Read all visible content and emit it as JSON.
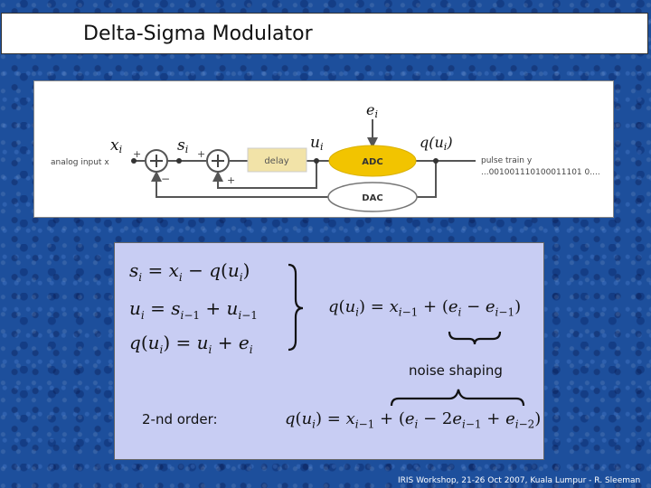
{
  "title": "Delta-Sigma Modulator",
  "diagram": {
    "label_ei": "e",
    "label_ei_sub": "i",
    "label_xi": "x",
    "label_xi_sub": "i",
    "label_si": "s",
    "label_si_sub": "i",
    "label_ui": "u",
    "label_ui_sub": "i",
    "label_qui": "q(u",
    "label_qui_sub": "i",
    "label_qui_end": ")",
    "input_label": "analog input x",
    "plus_sign": "+",
    "minus_sign": "−",
    "delay_label": "delay",
    "adc_label": "ADC",
    "dac_label": "DAC",
    "pulse_label": "pulse train y",
    "pulse_sequence": "...001001110100011101 0....",
    "colors": {
      "delay_fill": "#f2e3a8",
      "adc_fill": "#f2c400",
      "dac_fill": "#ffffff"
    }
  },
  "equations": {
    "noise_shaping": "noise shaping",
    "second_order_label": "2-nd order:"
  },
  "footer": "IRIS Workshop, 21-26 Oct 2007, Kuala Lumpur  -  R. Sleeman"
}
